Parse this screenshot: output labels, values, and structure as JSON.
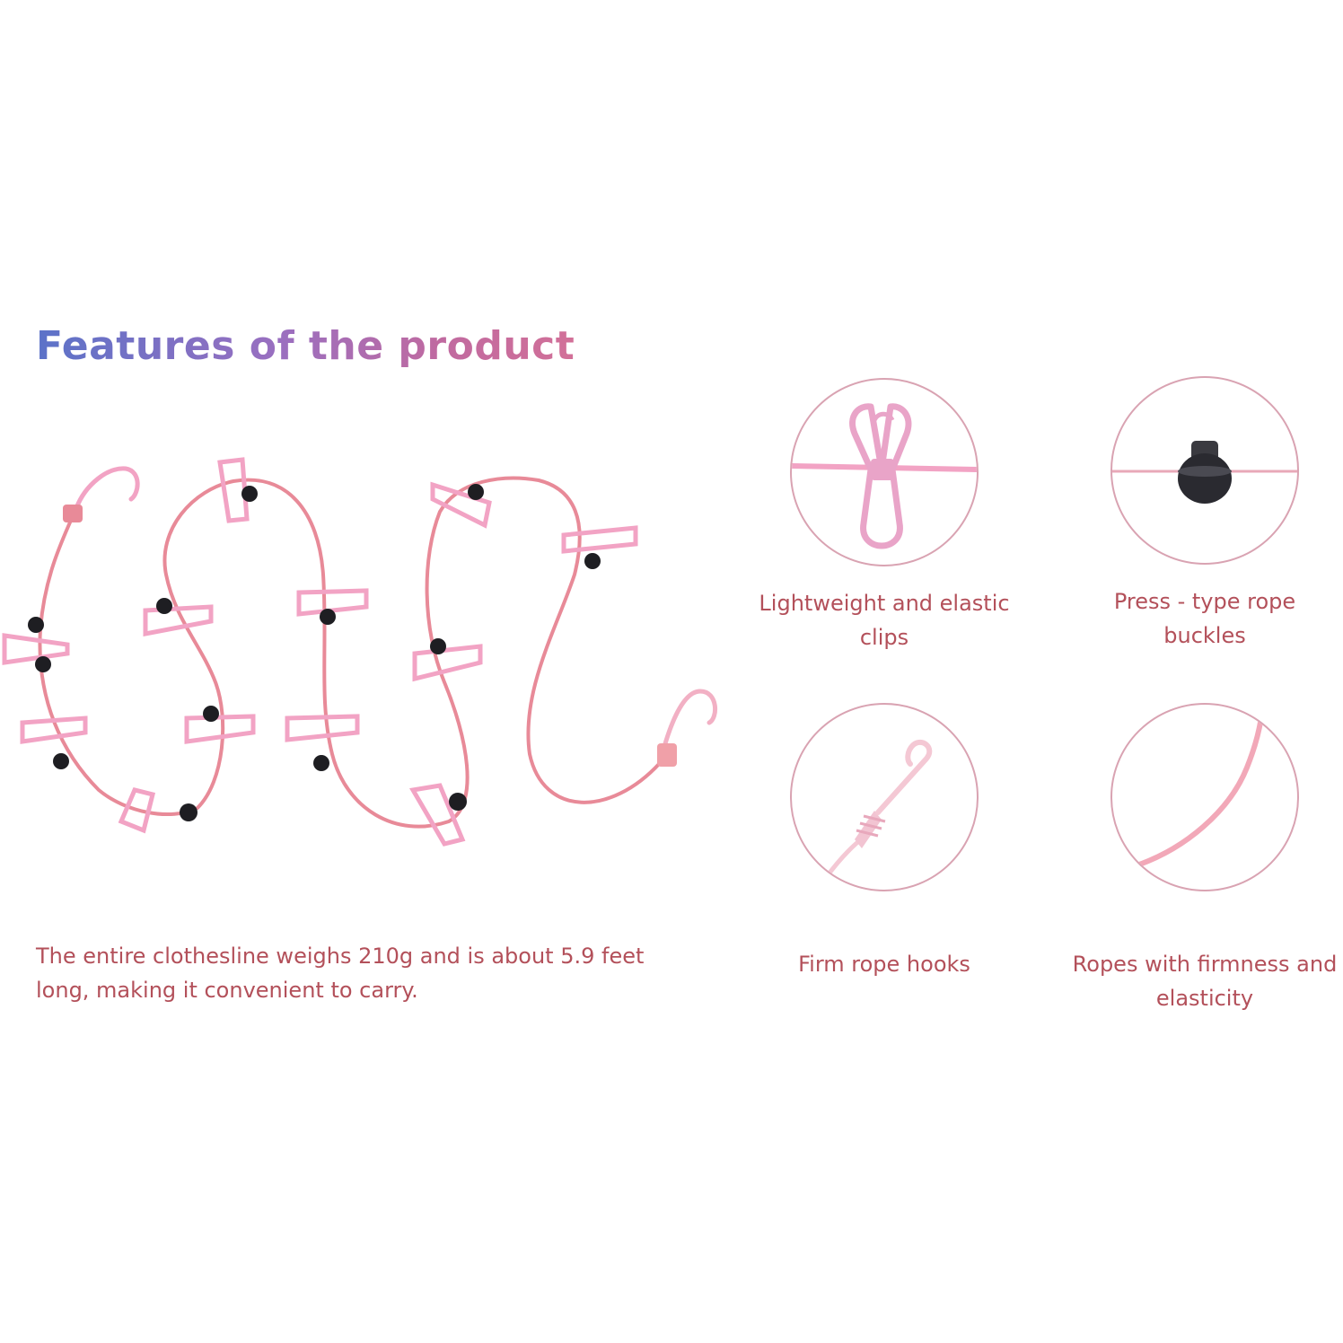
{
  "title": "Features of the product",
  "description": "The entire clothesline weighs 210g and is about 5.9 feet long, making it convenient to carry.",
  "features": [
    {
      "label": "Lightweight and elastic clips",
      "icon": "clip-icon"
    },
    {
      "label": "Press - type rope buckles",
      "icon": "rope-buckle-icon"
    },
    {
      "label": "Firm rope hooks",
      "icon": "rope-hook-icon"
    },
    {
      "label": "Ropes with firmness and elasticity",
      "icon": "rope-icon"
    }
  ],
  "colors": {
    "text": "#b3505a",
    "rope": "#e88a98",
    "clip": "#f2a3c4",
    "buckle": "#1e1e22",
    "circle_border": "#d9a3b2"
  }
}
